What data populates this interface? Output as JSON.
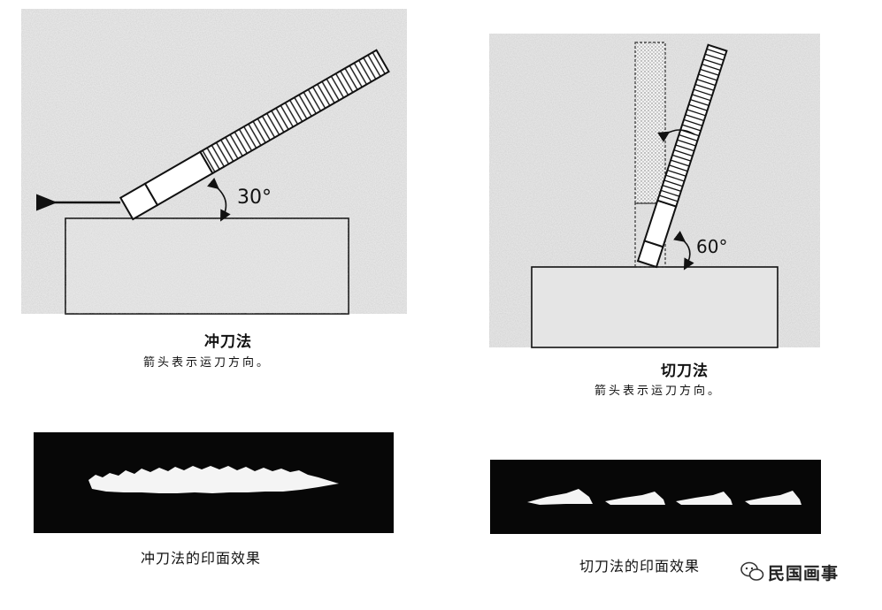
{
  "left_panel": {
    "angle_label": "30°",
    "title": "冲刀法",
    "caption": "箭头表示运刀方向。",
    "result_caption": "冲刀法的印面效果"
  },
  "right_panel": {
    "angle_label": "60°",
    "title": "切刀法",
    "caption": "箭头表示运刀方向。",
    "result_caption": "切刀法的印面效果"
  },
  "watermark": {
    "text": "民国画事",
    "icon": "wechat-icon"
  },
  "colors": {
    "paper": "#e6e6e6",
    "ink": "#111111",
    "impression_bg": "#070707",
    "impression_mark": "#f4f4f4"
  }
}
